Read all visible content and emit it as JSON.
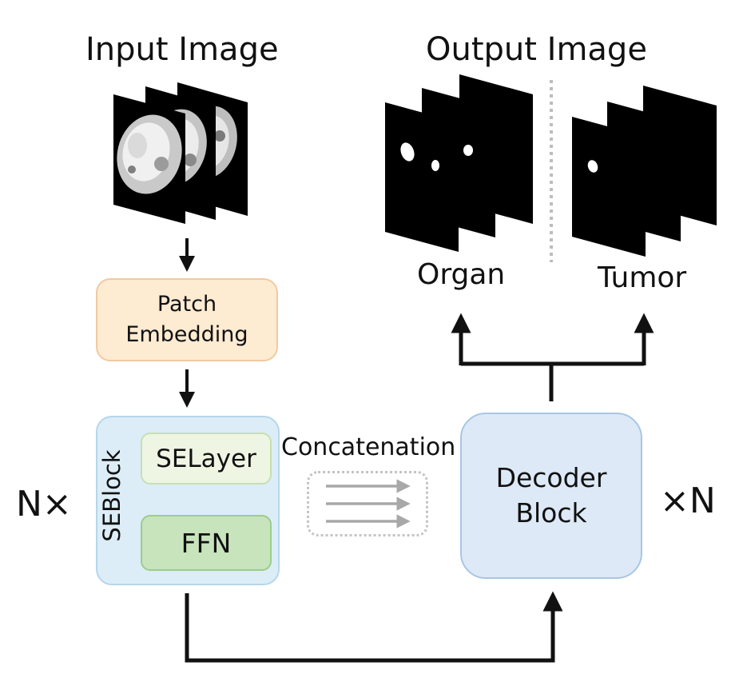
{
  "input_title": "Input Image",
  "output_title": "Output Image",
  "patch_embedding_line1": "Patch",
  "patch_embedding_line2": "Embedding",
  "se_block_label": "SEBlock",
  "selayer_label": "SELayer",
  "ffn_label": "FFN",
  "concat_label": "Concatenation",
  "decoder_line1": "Decoder",
  "decoder_line2": "Block",
  "repeat_left": "N×",
  "repeat_right": "×N",
  "organ_label": "Organ",
  "tumor_label": "Tumor",
  "colors": {
    "patch_fill": "#fdebd2",
    "seblock_fill": "#dcedf7",
    "selayer_fill": "#eef5e3",
    "ffn_fill": "#c7e4bc",
    "decoder_fill": "#dde9f6",
    "arrow": "#111111",
    "concat_arrow": "#a8a8a8"
  }
}
